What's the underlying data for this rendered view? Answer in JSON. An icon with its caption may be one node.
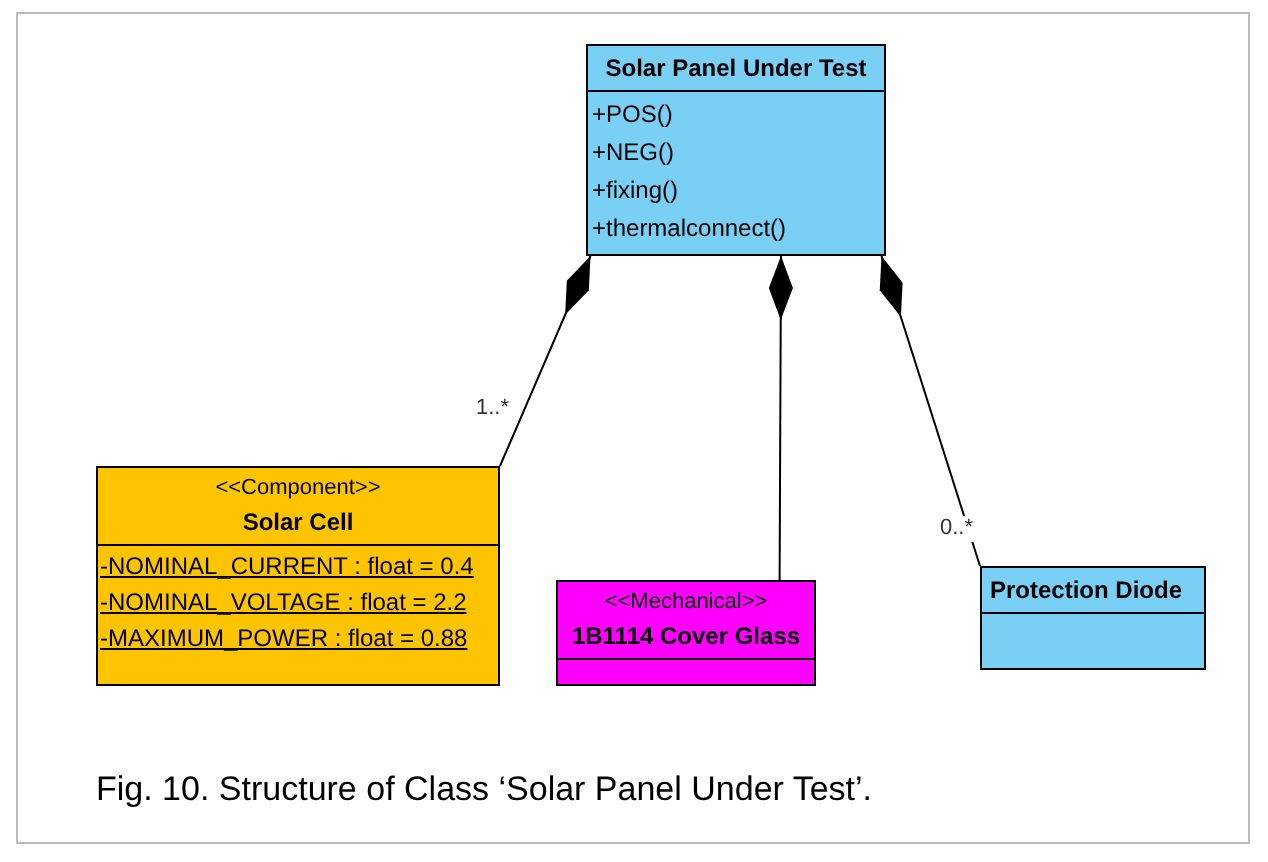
{
  "diagram": {
    "caption": "Fig. 10. Structure of Class ‘Solar Panel Under Test’.",
    "nodes": [
      {
        "text": [
          "Solar Panel Under Test",
          "+POS()",
          "+NEG()",
          "+fixing()",
          "+thermalconnect()"
        ]
      },
      {
        "text": [
          "<<Component>>",
          "Solar Cell",
          "-NOMINAL_CURRENT : float = 0.4",
          "-NOMINAL_VOLTAGE : float = 2.2",
          "-MAXIMUM_POWER : float = 0.88"
        ]
      },
      {
        "text": [
          "<<Mechanical>>",
          "1B1114 Cover Glass"
        ]
      },
      {
        "text": [
          "Protection Diode"
        ]
      }
    ],
    "edges": [
      {
        "from": 0,
        "to": 1,
        "arrow": "other",
        "label": "1..*"
      },
      {
        "from": 0,
        "to": 2,
        "arrow": "other"
      },
      {
        "from": 0,
        "to": 3,
        "arrow": "other",
        "label": "0..*"
      }
    ]
  }
}
